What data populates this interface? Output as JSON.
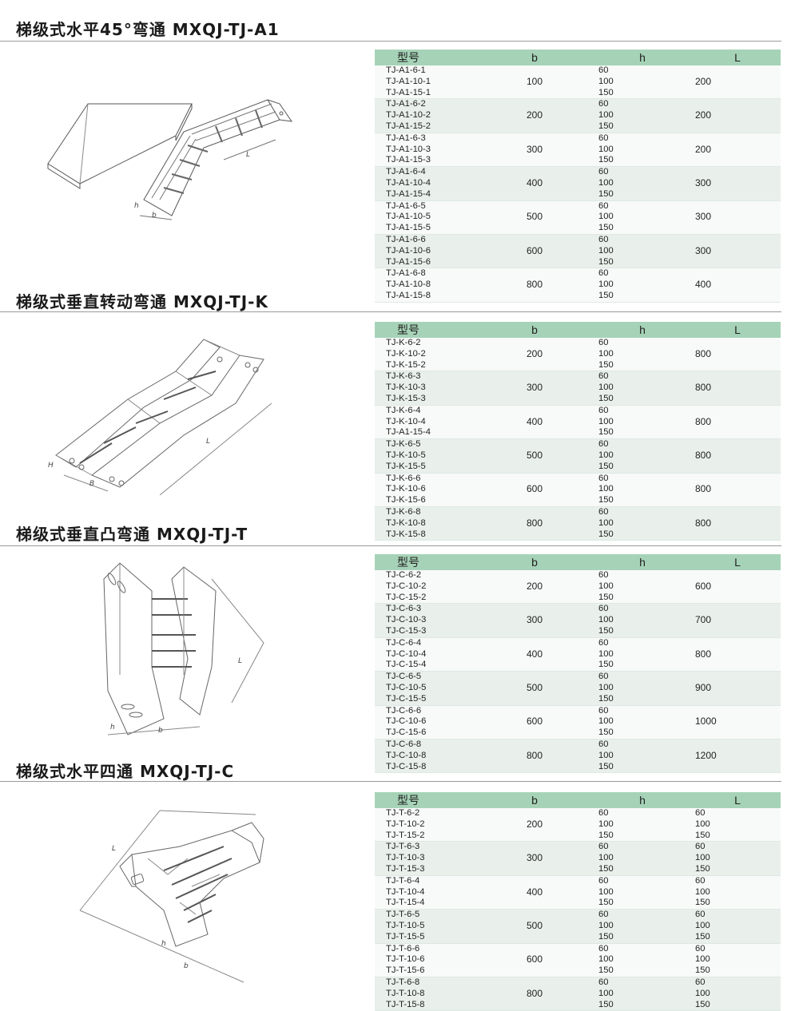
{
  "headers": {
    "model": "型号",
    "b": "b",
    "h": "h",
    "L": "L"
  },
  "sections": [
    {
      "title": "梯级式水平45°弯通 MXQJ-TJ-A1",
      "drawing_icon": "ladder-tray-45-horizontal-elbow-drawing",
      "rows": [
        {
          "models": [
            "TJ-A1-6-1",
            "TJ-A1-10-1",
            "TJ-A1-15-1"
          ],
          "b": "100",
          "h": [
            "60",
            "100",
            "150"
          ],
          "L": [
            "200"
          ]
        },
        {
          "models": [
            "TJ-A1-6-2",
            "TJ-A1-10-2",
            "TJ-A1-15-2"
          ],
          "b": "200",
          "h": [
            "60",
            "100",
            "150"
          ],
          "L": [
            "200"
          ]
        },
        {
          "models": [
            "TJ-A1-6-3",
            "TJ-A1-10-3",
            "TJ-A1-15-3"
          ],
          "b": "300",
          "h": [
            "60",
            "100",
            "150"
          ],
          "L": [
            "200"
          ]
        },
        {
          "models": [
            "TJ-A1-6-4",
            "TJ-A1-10-4",
            "TJ-A1-15-4"
          ],
          "b": "400",
          "h": [
            "60",
            "100",
            "150"
          ],
          "L": [
            "300"
          ]
        },
        {
          "models": [
            "TJ-A1-6-5",
            "TJ-A1-10-5",
            "TJ-A1-15-5"
          ],
          "b": "500",
          "h": [
            "60",
            "100",
            "150"
          ],
          "L": [
            "300"
          ]
        },
        {
          "models": [
            "TJ-A1-6-6",
            "TJ-A1-10-6",
            "TJ-A1-15-6"
          ],
          "b": "600",
          "h": [
            "60",
            "100",
            "150"
          ],
          "L": [
            "300"
          ]
        },
        {
          "models": [
            "TJ-A1-6-8",
            "TJ-A1-10-8",
            "TJ-A1-15-8"
          ],
          "b": "800",
          "h": [
            "60",
            "100",
            "150"
          ],
          "L": [
            "400"
          ]
        }
      ]
    },
    {
      "title": "梯级式垂直转动弯通 MXQJ-TJ-K",
      "drawing_icon": "ladder-tray-vertical-rotating-elbow-drawing",
      "rows": [
        {
          "models": [
            "TJ-K-6-2",
            "TJ-K-10-2",
            "TJ-K-15-2"
          ],
          "b": "200",
          "h": [
            "60",
            "100",
            "150"
          ],
          "L": [
            "800"
          ]
        },
        {
          "models": [
            "TJ-K-6-3",
            "TJ-K-10-3",
            "TJ-K-15-3"
          ],
          "b": "300",
          "h": [
            "60",
            "100",
            "150"
          ],
          "L": [
            "800"
          ]
        },
        {
          "models": [
            "TJ-K-6-4",
            "TJ-K-10-4",
            "TJ-A1-15-4"
          ],
          "b": "400",
          "h": [
            "60",
            "100",
            "150"
          ],
          "L": [
            "800"
          ]
        },
        {
          "models": [
            "TJ-K-6-5",
            "TJ-K-10-5",
            "TJ-K-15-5"
          ],
          "b": "500",
          "h": [
            "60",
            "100",
            "150"
          ],
          "L": [
            "800"
          ]
        },
        {
          "models": [
            "TJ-K-6-6",
            "TJ-K-10-6",
            "TJ-K-15-6"
          ],
          "b": "600",
          "h": [
            "60",
            "100",
            "150"
          ],
          "L": [
            "800"
          ]
        },
        {
          "models": [
            "TJ-K-6-8",
            "TJ-K-10-8",
            "TJ-K-15-8"
          ],
          "b": "800",
          "h": [
            "60",
            "100",
            "150"
          ],
          "L": [
            "800"
          ]
        }
      ]
    },
    {
      "title": "梯级式垂直凸弯通 MXQJ-TJ-T",
      "drawing_icon": "ladder-tray-vertical-convex-elbow-drawing",
      "rows": [
        {
          "models": [
            "TJ-C-6-2",
            "TJ-C-10-2",
            "TJ-C-15-2"
          ],
          "b": "200",
          "h": [
            "60",
            "100",
            "150"
          ],
          "L": [
            "600"
          ]
        },
        {
          "models": [
            "TJ-C-6-3",
            "TJ-C-10-3",
            "TJ-C-15-3"
          ],
          "b": "300",
          "h": [
            "60",
            "100",
            "150"
          ],
          "L": [
            "700"
          ]
        },
        {
          "models": [
            "TJ-C-6-4",
            "TJ-C-10-4",
            "TJ-C-15-4"
          ],
          "b": "400",
          "h": [
            "60",
            "100",
            "150"
          ],
          "L": [
            "800"
          ]
        },
        {
          "models": [
            "TJ-C-6-5",
            "TJ-C-10-5",
            "TJ-C-15-5"
          ],
          "b": "500",
          "h": [
            "60",
            "100",
            "150"
          ],
          "L": [
            "900"
          ]
        },
        {
          "models": [
            "TJ-C-6-6",
            "TJ-C-10-6",
            "TJ-C-15-6"
          ],
          "b": "600",
          "h": [
            "60",
            "100",
            "150"
          ],
          "L": [
            "1000"
          ]
        },
        {
          "models": [
            "TJ-C-6-8",
            "TJ-C-10-8",
            "TJ-C-15-8"
          ],
          "b": "800",
          "h": [
            "60",
            "100",
            "150"
          ],
          "L": [
            "1200"
          ]
        }
      ]
    },
    {
      "title": "梯级式水平四通 MXQJ-TJ-C",
      "drawing_icon": "ladder-tray-horizontal-cross-drawing",
      "rows": [
        {
          "models": [
            "TJ-T-6-2",
            "TJ-T-10-2",
            "TJ-T-15-2"
          ],
          "b": "200",
          "h": [
            "60",
            "100",
            "150"
          ],
          "L": [
            "60",
            "100",
            "150"
          ]
        },
        {
          "models": [
            "TJ-T-6-3",
            "TJ-T-10-3",
            "TJ-T-15-3"
          ],
          "b": "300",
          "h": [
            "60",
            "100",
            "150"
          ],
          "L": [
            "60",
            "100",
            "150"
          ]
        },
        {
          "models": [
            "TJ-T-6-4",
            "TJ-T-10-4",
            "TJ-T-15-4"
          ],
          "b": "400",
          "h": [
            "60",
            "100",
            "150"
          ],
          "L": [
            "60",
            "100",
            "150"
          ]
        },
        {
          "models": [
            "TJ-T-6-5",
            "TJ-T-10-5",
            "TJ-T-15-5"
          ],
          "b": "500",
          "h": [
            "60",
            "100",
            "150"
          ],
          "L": [
            "60",
            "100",
            "150"
          ]
        },
        {
          "models": [
            "TJ-T-6-6",
            "TJ-T-10-6",
            "TJ-T-15-6"
          ],
          "b": "600",
          "h": [
            "60",
            "100",
            "150"
          ],
          "L": [
            "60",
            "100",
            "150"
          ]
        },
        {
          "models": [
            "TJ-T-6-8",
            "TJ-T-10-8",
            "TJ-T-15-8"
          ],
          "b": "800",
          "h": [
            "60",
            "100",
            "150"
          ],
          "L": [
            "60",
            "100",
            "150"
          ]
        }
      ]
    }
  ],
  "drawing_labels": {
    "b": "b",
    "h": "h",
    "L": "L",
    "B": "B",
    "H": "H"
  }
}
